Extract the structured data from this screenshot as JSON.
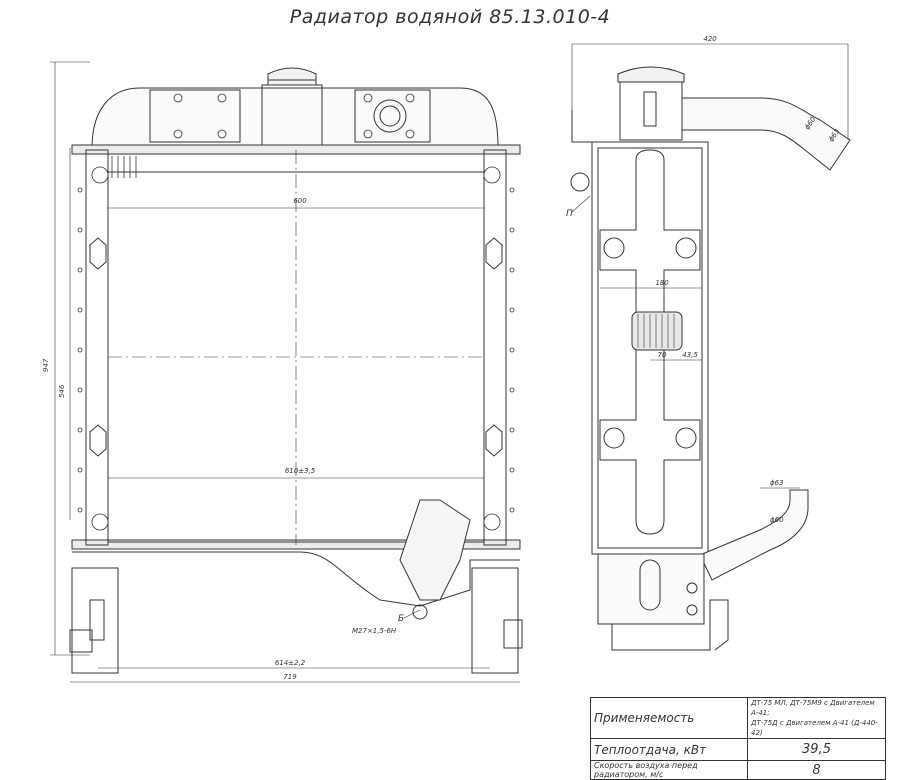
{
  "title": "Радиатор водяной 85.13.010-4",
  "dimensions": {
    "d600": "600",
    "d610": "610±3,5",
    "d947": "947",
    "d546": "546",
    "d614": "614±2,2",
    "d719": "719",
    "d420": "420",
    "d180": "180",
    "d70": "70",
    "d435": "43,5",
    "phi63a": "ϕ63",
    "phi60a": "ϕ60",
    "phi63b": "ϕ63",
    "phi60b": "ϕ60"
  },
  "labels": {
    "thread": "M27×1,5-6H",
    "mark_b": "Б",
    "mark_p": "П"
  },
  "specs": {
    "row1_label": "Применяемость",
    "row1_value_line1": "ДТ-75 МЛ, ДТ-75М9 с Двигателем А-41;",
    "row1_value_line2": "ДТ-75Д с Двигателем А-41 (Д-440-42)",
    "row2_label": "Теплоотдача, кВт",
    "row2_value": "39,5",
    "row3_label": "Скорость воздуха перед радиатором, м/с",
    "row3_value": "8"
  }
}
